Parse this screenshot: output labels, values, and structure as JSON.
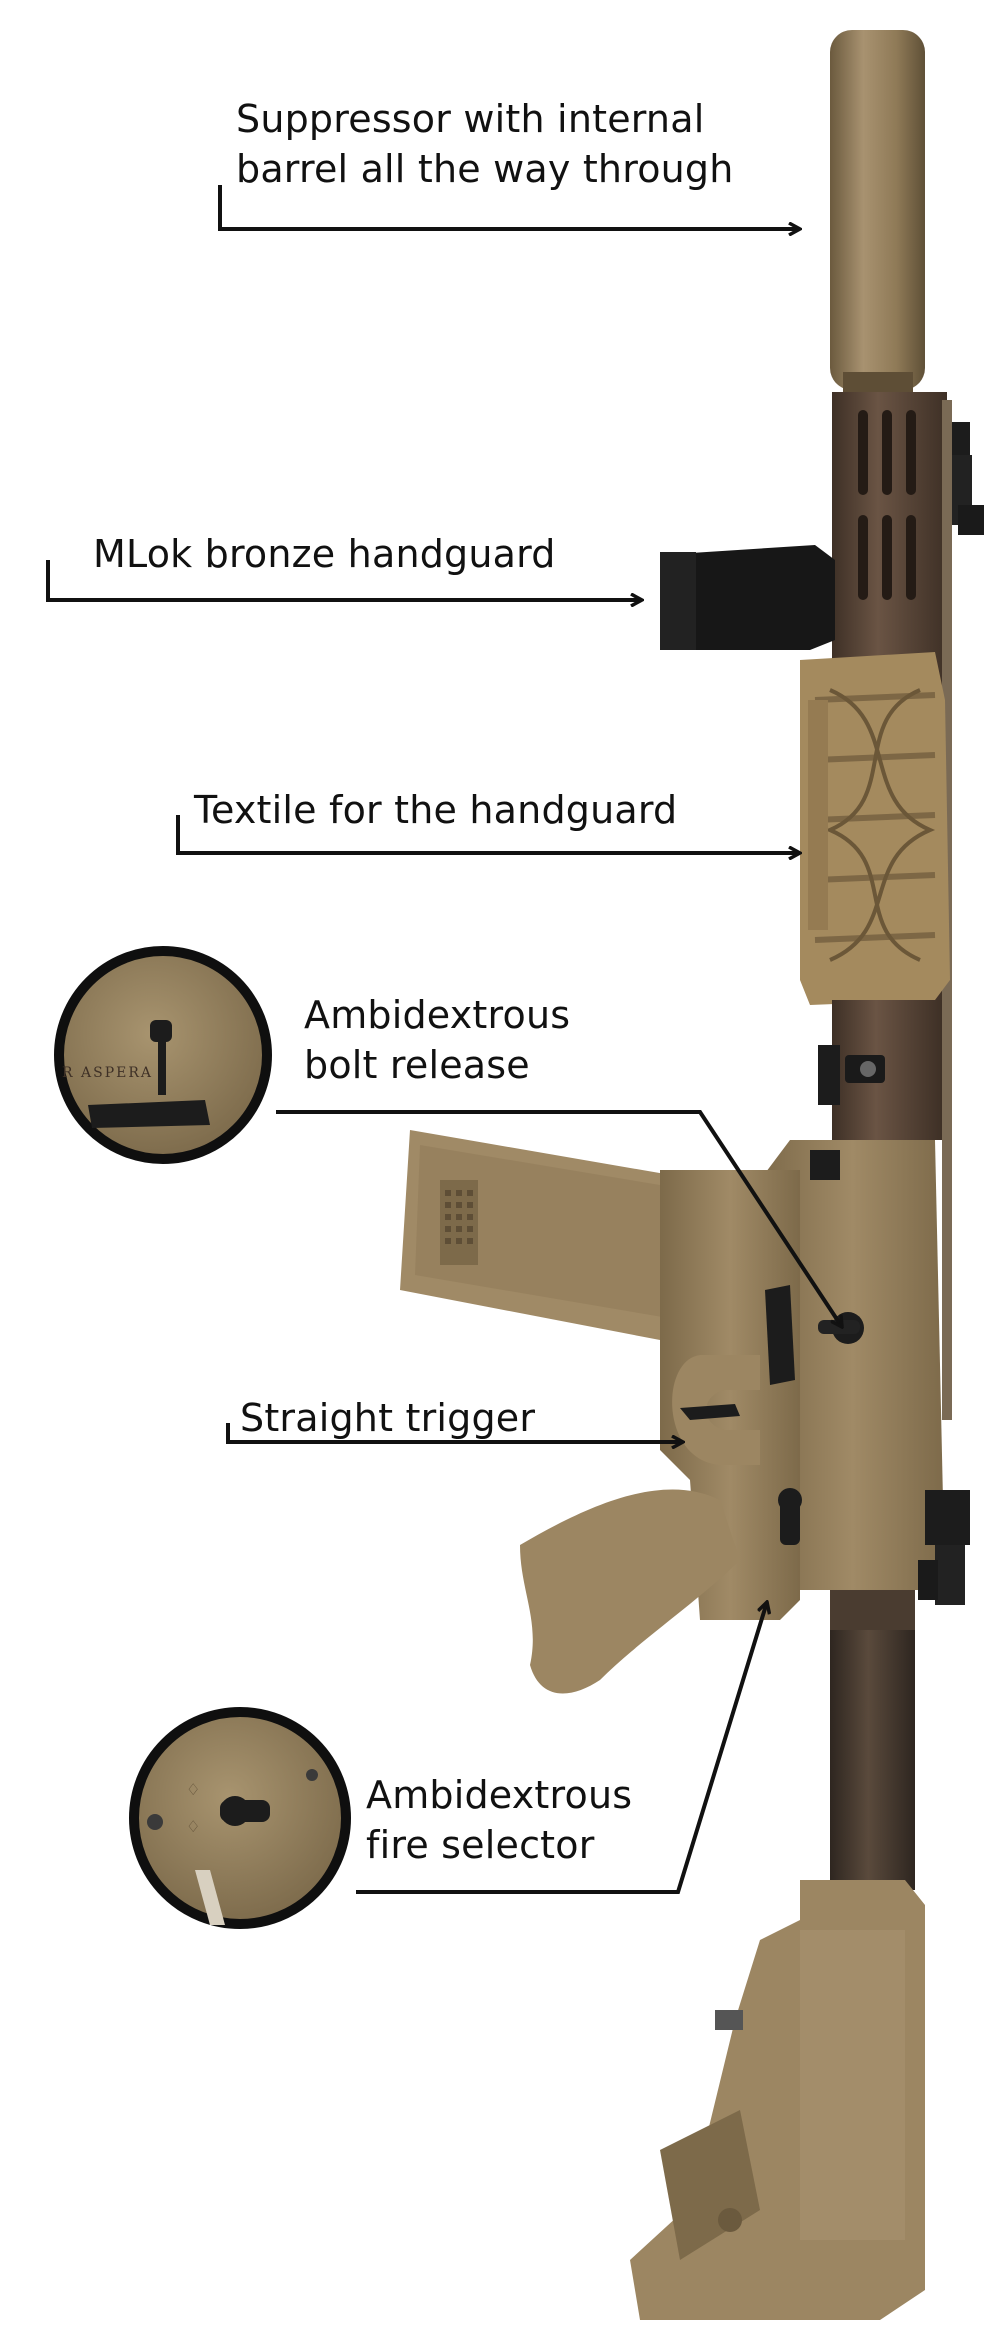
{
  "colors": {
    "background": "#ffffff",
    "label_text": "#111111",
    "callout_line": "#111111",
    "fde_tan": "#8f7a57",
    "fde_tan_light": "#a89270",
    "fde_tan_dark": "#6b5a3e",
    "bronze": "#5e4a3a",
    "bronze_dark": "#3e3026",
    "coyote_textile": "#a48a5e",
    "black_parts": "#1c1c1c"
  },
  "callouts": [
    {
      "id": "suppressor",
      "lines": [
        "Suppressor with internal",
        "barrel all the way through"
      ]
    },
    {
      "id": "handguard",
      "lines": [
        "MLok bronze handguard"
      ]
    },
    {
      "id": "textile",
      "lines": [
        "Textile for the handguard"
      ]
    },
    {
      "id": "bolt_release",
      "lines": [
        "Ambidextrous",
        "bolt release"
      ]
    },
    {
      "id": "trigger",
      "lines": [
        "Straight trigger"
      ]
    },
    {
      "id": "fire_selector",
      "lines": [
        "Ambidextrous",
        "fire selector"
      ]
    }
  ],
  "icons": [
    "rifle-illustration",
    "bolt-release-detail-icon",
    "fire-selector-detail-icon"
  ]
}
